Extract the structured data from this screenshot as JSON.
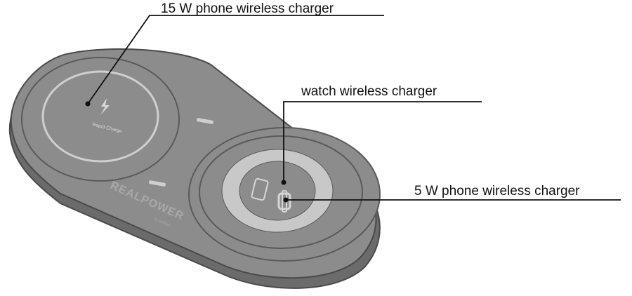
{
  "labels": {
    "phone_15w": "15 W phone wireless charger",
    "watch": "watch wireless charger",
    "phone_5w": "5 W phone wireless charger"
  },
  "device": {
    "brand": "REALPOWER",
    "brand_sub": "by cellfish",
    "pad_marking": "Rapid Charge"
  },
  "colors": {
    "body_top": "#8c8c8c",
    "body_side": "#6b6b6b",
    "outline": "#4a4a4a",
    "ring_light": "#c8c8c8",
    "line": "#111111"
  }
}
